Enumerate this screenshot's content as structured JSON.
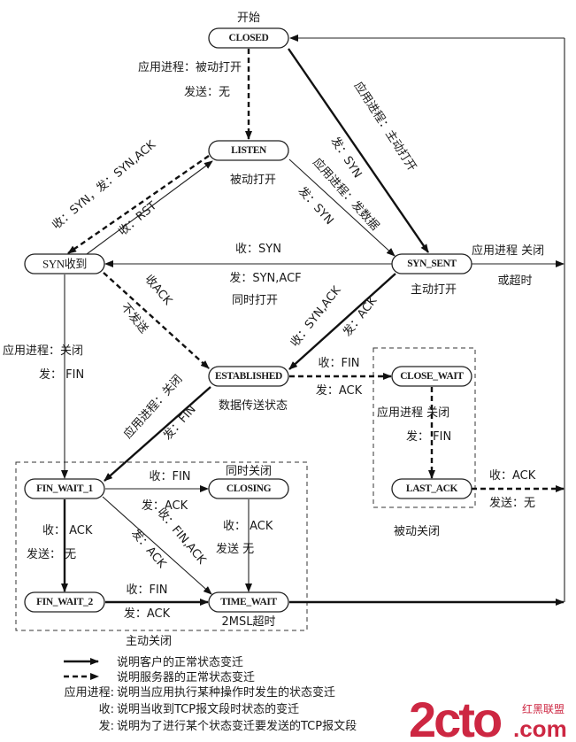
{
  "diagram": {
    "start_label": "开始",
    "nodes": {
      "closed": "CLOSED",
      "listen": "LISTEN",
      "syn_rcvd": "SYN收到",
      "syn_sent": "SYN_SENT",
      "established": "ESTABLISHED",
      "close_wait": "CLOSE_WAIT",
      "last_ack": "LAST_ACK",
      "fin_wait_1": "FIN_WAIT_1",
      "closing": "CLOSING",
      "fin_wait_2": "FIN_WAIT_2",
      "time_wait": "TIME_WAIT"
    },
    "state_notes": {
      "listen": "被动打开",
      "syn_sent": "主动打开",
      "established": "数据传送状态",
      "closing": "同时关闭",
      "time_wait": "2MSL超时",
      "active_close": "主动关闭",
      "passive_close": "被动关闭"
    },
    "transitions": {
      "closed_listen_app": "应用进程：被动打开",
      "closed_listen_send": "发送：无",
      "closed_synsent_app": "应用进程：主动打开",
      "closed_synsent_send": "发：SYN",
      "listen_synsent_app": "应用进程：发数据",
      "listen_synsent_send": "发：SYN",
      "listen_synrcvd": "收：SYN，发：SYN,ACK",
      "synrcvd_listen": "收：RST",
      "synsent_synrcvd_recv": "收：SYN",
      "synsent_synrcvd_send": "发：SYN,ACF",
      "synsent_synrcvd_note": "同时打开",
      "synsent_closed_app": "应用进程 关闭",
      "synsent_closed_timeout": "或超时",
      "synrcvd_est_recv": "收ACK",
      "synrcvd_est_send": "不发送",
      "synsent_est_recv": "收：SYN,ACK",
      "synsent_est_send": "发：ACK",
      "synrcvd_fw1_app": "应用进程：关闭",
      "synrcvd_fw1_send": "发：  FIN",
      "est_closewait_recv": "收：FIN",
      "est_closewait_send": "发：ACK",
      "closewait_lastack_app": "应用进程  关闭",
      "closewait_lastack_send": "发：   FIN",
      "lastack_closed_recv": "收：ACK",
      "lastack_closed_send": "发送：无",
      "est_fw1_app": "应用进程：关闭",
      "est_fw1_send": "发：FIN",
      "fw1_closing_recv": "收：FIN",
      "fw1_closing_send": "发：ACK",
      "fw1_timewait_recv": "收：FIN,ACK",
      "fw1_timewait_send": "发：ACK",
      "fw1_fw2_recv": "收：  ACK",
      "fw1_fw2_send": "发送：  无",
      "closing_timewait_recv": "收：  ACK",
      "closing_timewait_send": "发送  无",
      "fw2_timewait_recv": "收：FIN",
      "fw2_timewait_send": "发：ACK"
    }
  },
  "legend": {
    "solid": "说明客户的正常状态变迁",
    "dashed": "说明服务器的正常状态变迁",
    "app_key": "应用进程:",
    "app_desc": "说明当应用执行某种操作时发生的状态变迁",
    "recv_key": "收:",
    "recv_desc": "说明当收到TCP报文段时状态的变迁",
    "send_key": "发:",
    "send_desc": "说明为了进行某个状态变迁要发送的TCP报文段"
  },
  "watermark": {
    "logo": "2cto",
    "domain": ".com",
    "tagline": "红黑联盟",
    "color": "#c8102e"
  }
}
